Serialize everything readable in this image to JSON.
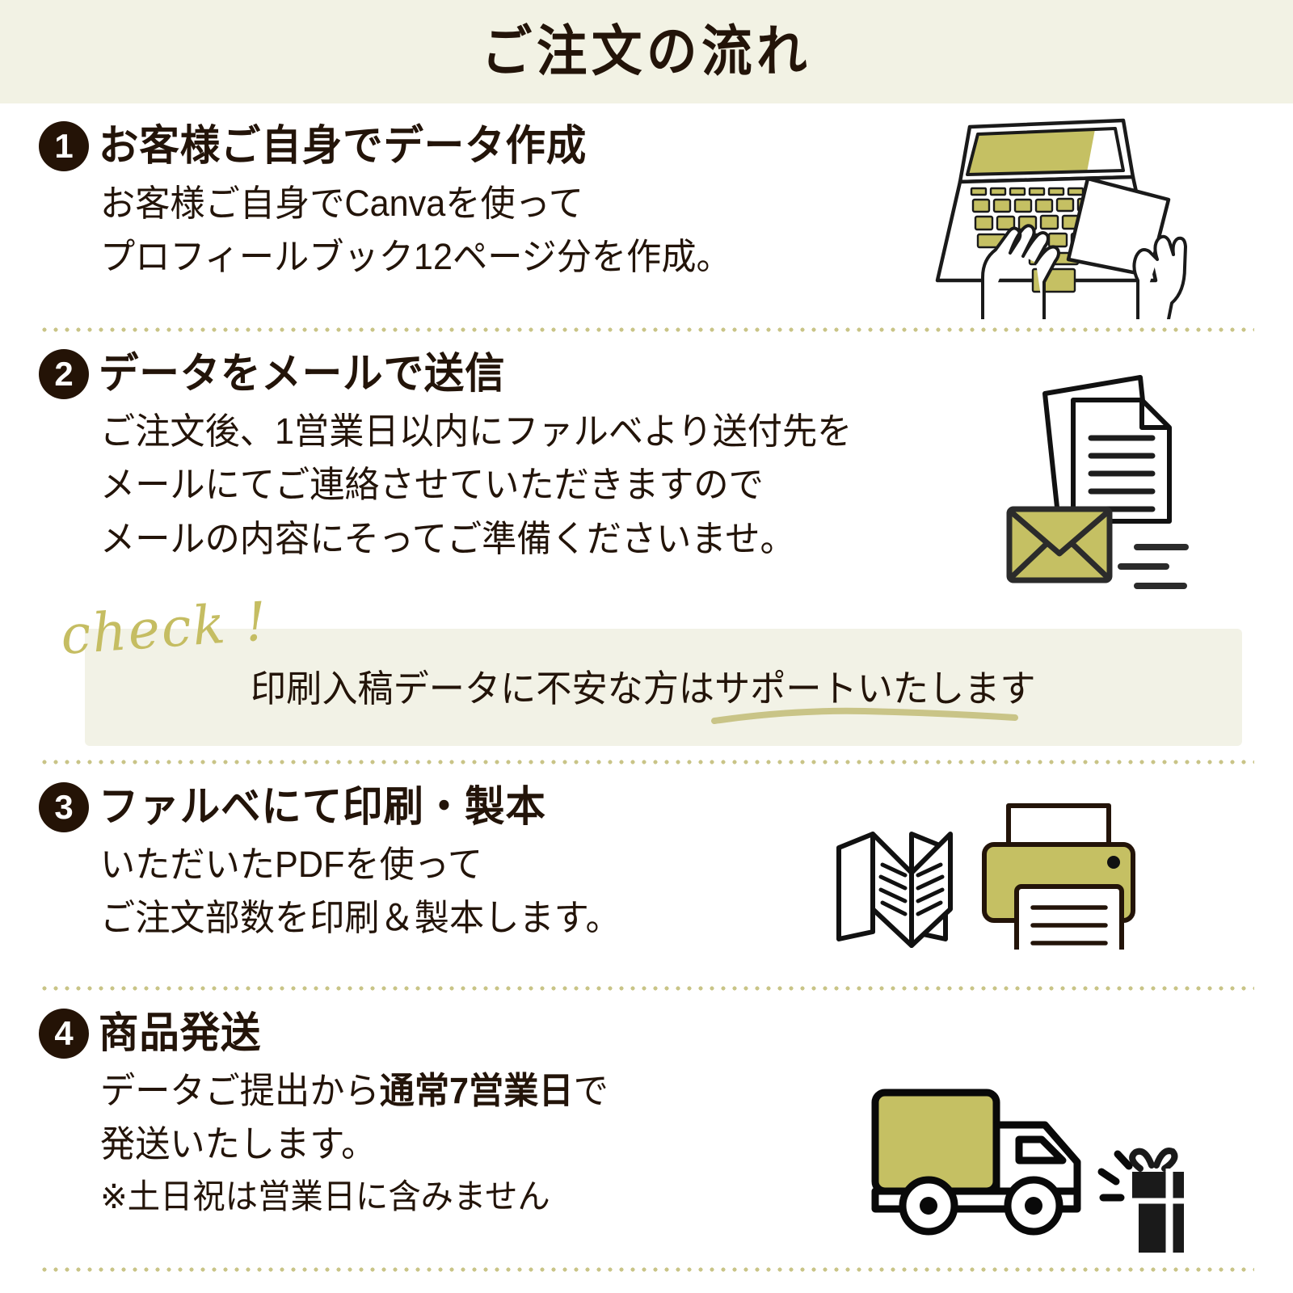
{
  "page": {
    "background_color": "#FFFFFF",
    "accent_color": "#C5C063",
    "header_band_color": "#F2F2E4",
    "ink_color": "#231409"
  },
  "header": {
    "title": "ご注文の流れ"
  },
  "steps": [
    {
      "number": "1",
      "title": "お客様ご自身でデータ作成",
      "lines": [
        "お客様ご自身でCanvaを使って",
        "プロフィールブック12ページ分を作成。"
      ],
      "illustration": "laptop-typing-hands-icon"
    },
    {
      "number": "2",
      "title": "データをメールで送信",
      "lines": [
        "ご注文後、1営業日以内にファルベより送付先を",
        "メールにてご連絡させていただきますので",
        "メールの内容にそってご準備くださいませ。"
      ],
      "illustration": "envelope-documents-icon"
    },
    {
      "number": "3",
      "title": "ファルベにて印刷・製本",
      "lines": [
        "いただいたPDFを使って",
        "ご注文部数を印刷＆製本します。"
      ],
      "illustration": "book-printer-icon"
    },
    {
      "number": "4",
      "title": "商品発送",
      "lines_rich": [
        {
          "pre": "データご提出から",
          "bold": "通常7営業日",
          "post": "で"
        },
        {
          "pre": "発送いたします。",
          "bold": "",
          "post": ""
        },
        {
          "pre": "※土日祝は営業日に含みません",
          "bold": "",
          "post": ""
        }
      ],
      "illustration": "delivery-truck-gift-icon"
    }
  ],
  "check_note": {
    "label": "check !",
    "text": "印刷入稿データに不安な方はサポートいたします",
    "box_color": "#F2F2E6",
    "label_color": "#C5BD62",
    "underline_color": "#C9C487"
  }
}
